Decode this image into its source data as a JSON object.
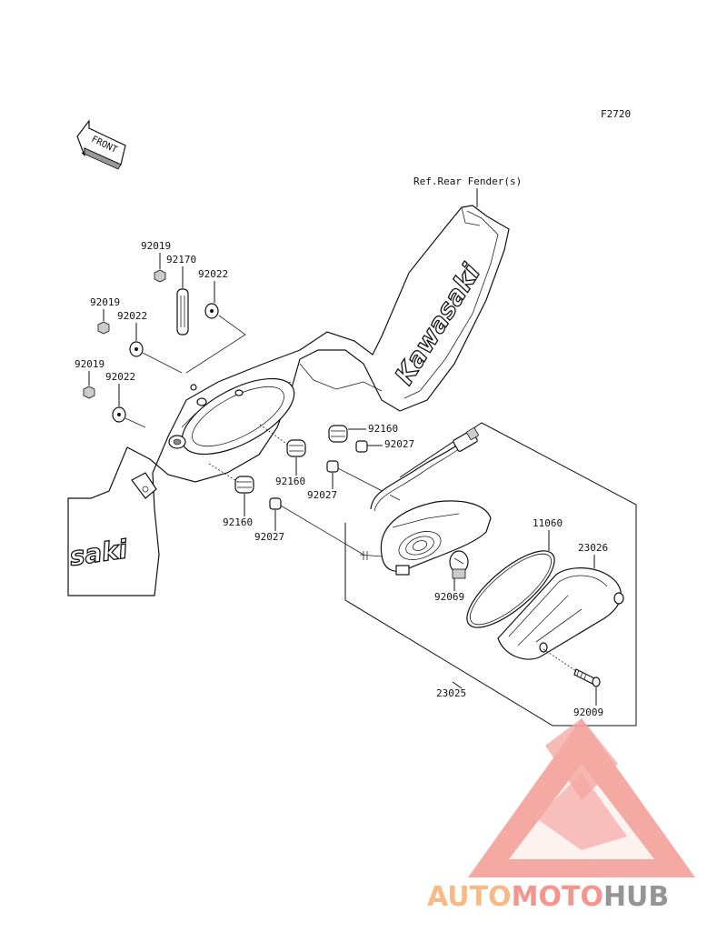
{
  "diagram": {
    "figure_code": "F2720",
    "front_arrow_label": "FRONT",
    "reference_note": "Ref.Rear Fender(s)",
    "brand_on_fender": "Kawasaki",
    "brand_partial": "saki",
    "callouts": {
      "p92019_a": "92019",
      "p92019_b": "92019",
      "p92019_c": "92019",
      "p92170": "92170",
      "p92022_a": "92022",
      "p92022_b": "92022",
      "p92022_c": "92022",
      "p92160_a": "92160",
      "p92160_b": "92160",
      "p92160_c": "92160",
      "p92027_a": "92027",
      "p92027_b": "92027",
      "p92027_c": "92027",
      "p11060": "11060",
      "p23026": "23026",
      "p92069": "92069",
      "p23025": "23025",
      "p92009": "92009"
    }
  },
  "watermark": {
    "word_a": "AUTO",
    "word_b": "MOTO",
    "word_c": "HUB",
    "color_a": "#f7b27a",
    "color_b": "#f28b82",
    "color_c": "#8a8a8a",
    "triangle_color": "#f4a09a"
  }
}
